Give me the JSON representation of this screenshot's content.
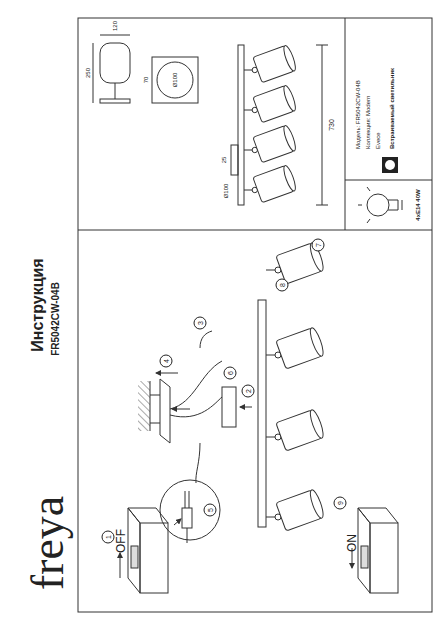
{
  "diagram": {
    "title": "Инструкция",
    "labels": [
      "freya",
      "FR5042CW-04B",
      "1",
      "OFF",
      "2",
      "3",
      "4",
      "5",
      "6",
      "7",
      "8",
      "9",
      "ON",
      "250",
      "120",
      "70",
      "Ø100",
      "Ø100",
      "25",
      "730",
      "Модель: FR5042CW-04B",
      "Коллекция: Modern",
      "Evece",
      "Встраиваемый светильник",
      "4xE14 40W"
    ]
  }
}
